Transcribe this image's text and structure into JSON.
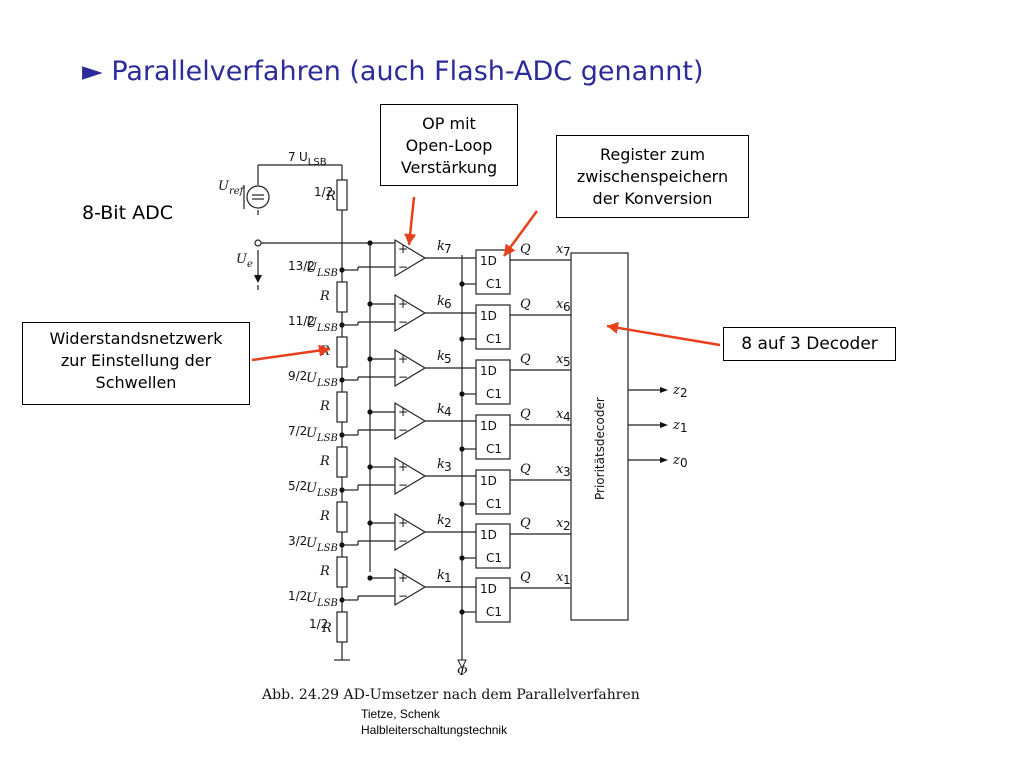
{
  "title": "► Parallelverfahren (auch Flash-ADC genannt)",
  "adc_label": "8-Bit ADC",
  "callouts": {
    "op": [
      "OP mit",
      "Open-Loop",
      "Verstärkung"
    ],
    "register": [
      "Register zum",
      "zwischenspeichern",
      "der Konversion"
    ],
    "network": [
      "Widerstandsnetzwerk",
      "zur Einstellung der",
      "Schwellen"
    ],
    "decoder": [
      "8 auf 3 Decoder"
    ]
  },
  "arrow_color": "#e8401c",
  "title_color": "#2b2b9a",
  "figure": {
    "top_voltage": "7U_LSB",
    "uref_label": "U_ref",
    "ue_label": "U_e",
    "resistor_top": "1/2 R",
    "resistor_mid": "R",
    "resistor_bottom": "1/2 R",
    "tap_labels": [
      "13/2 U_LSB",
      "11/2 U_LSB",
      "9/2 U_LSB",
      "7/2 U_LSB",
      "5/2 U_LSB",
      "3/2 U_LSB",
      "1/2 U_LSB"
    ],
    "comparator_outputs": [
      "k7",
      "k6",
      "k5",
      "k4",
      "k3",
      "k2",
      "k1"
    ],
    "flipflop_d": "1D",
    "flipflop_c": "C1",
    "flipflop_q": "Q",
    "register_outputs": [
      "x7",
      "x6",
      "x5",
      "x4",
      "x3",
      "x2",
      "x1"
    ],
    "decoder_label": "Prioritätsdecoder",
    "decoder_outputs": [
      "z2",
      "z1",
      "z0"
    ],
    "clock_label": "Φ",
    "caption": "Abb. 24.29  AD-Umsetzer nach dem Parallelverfahren"
  },
  "credit": [
    "Tietze, Schenk",
    "Halbleiterschaltungstechnik"
  ]
}
